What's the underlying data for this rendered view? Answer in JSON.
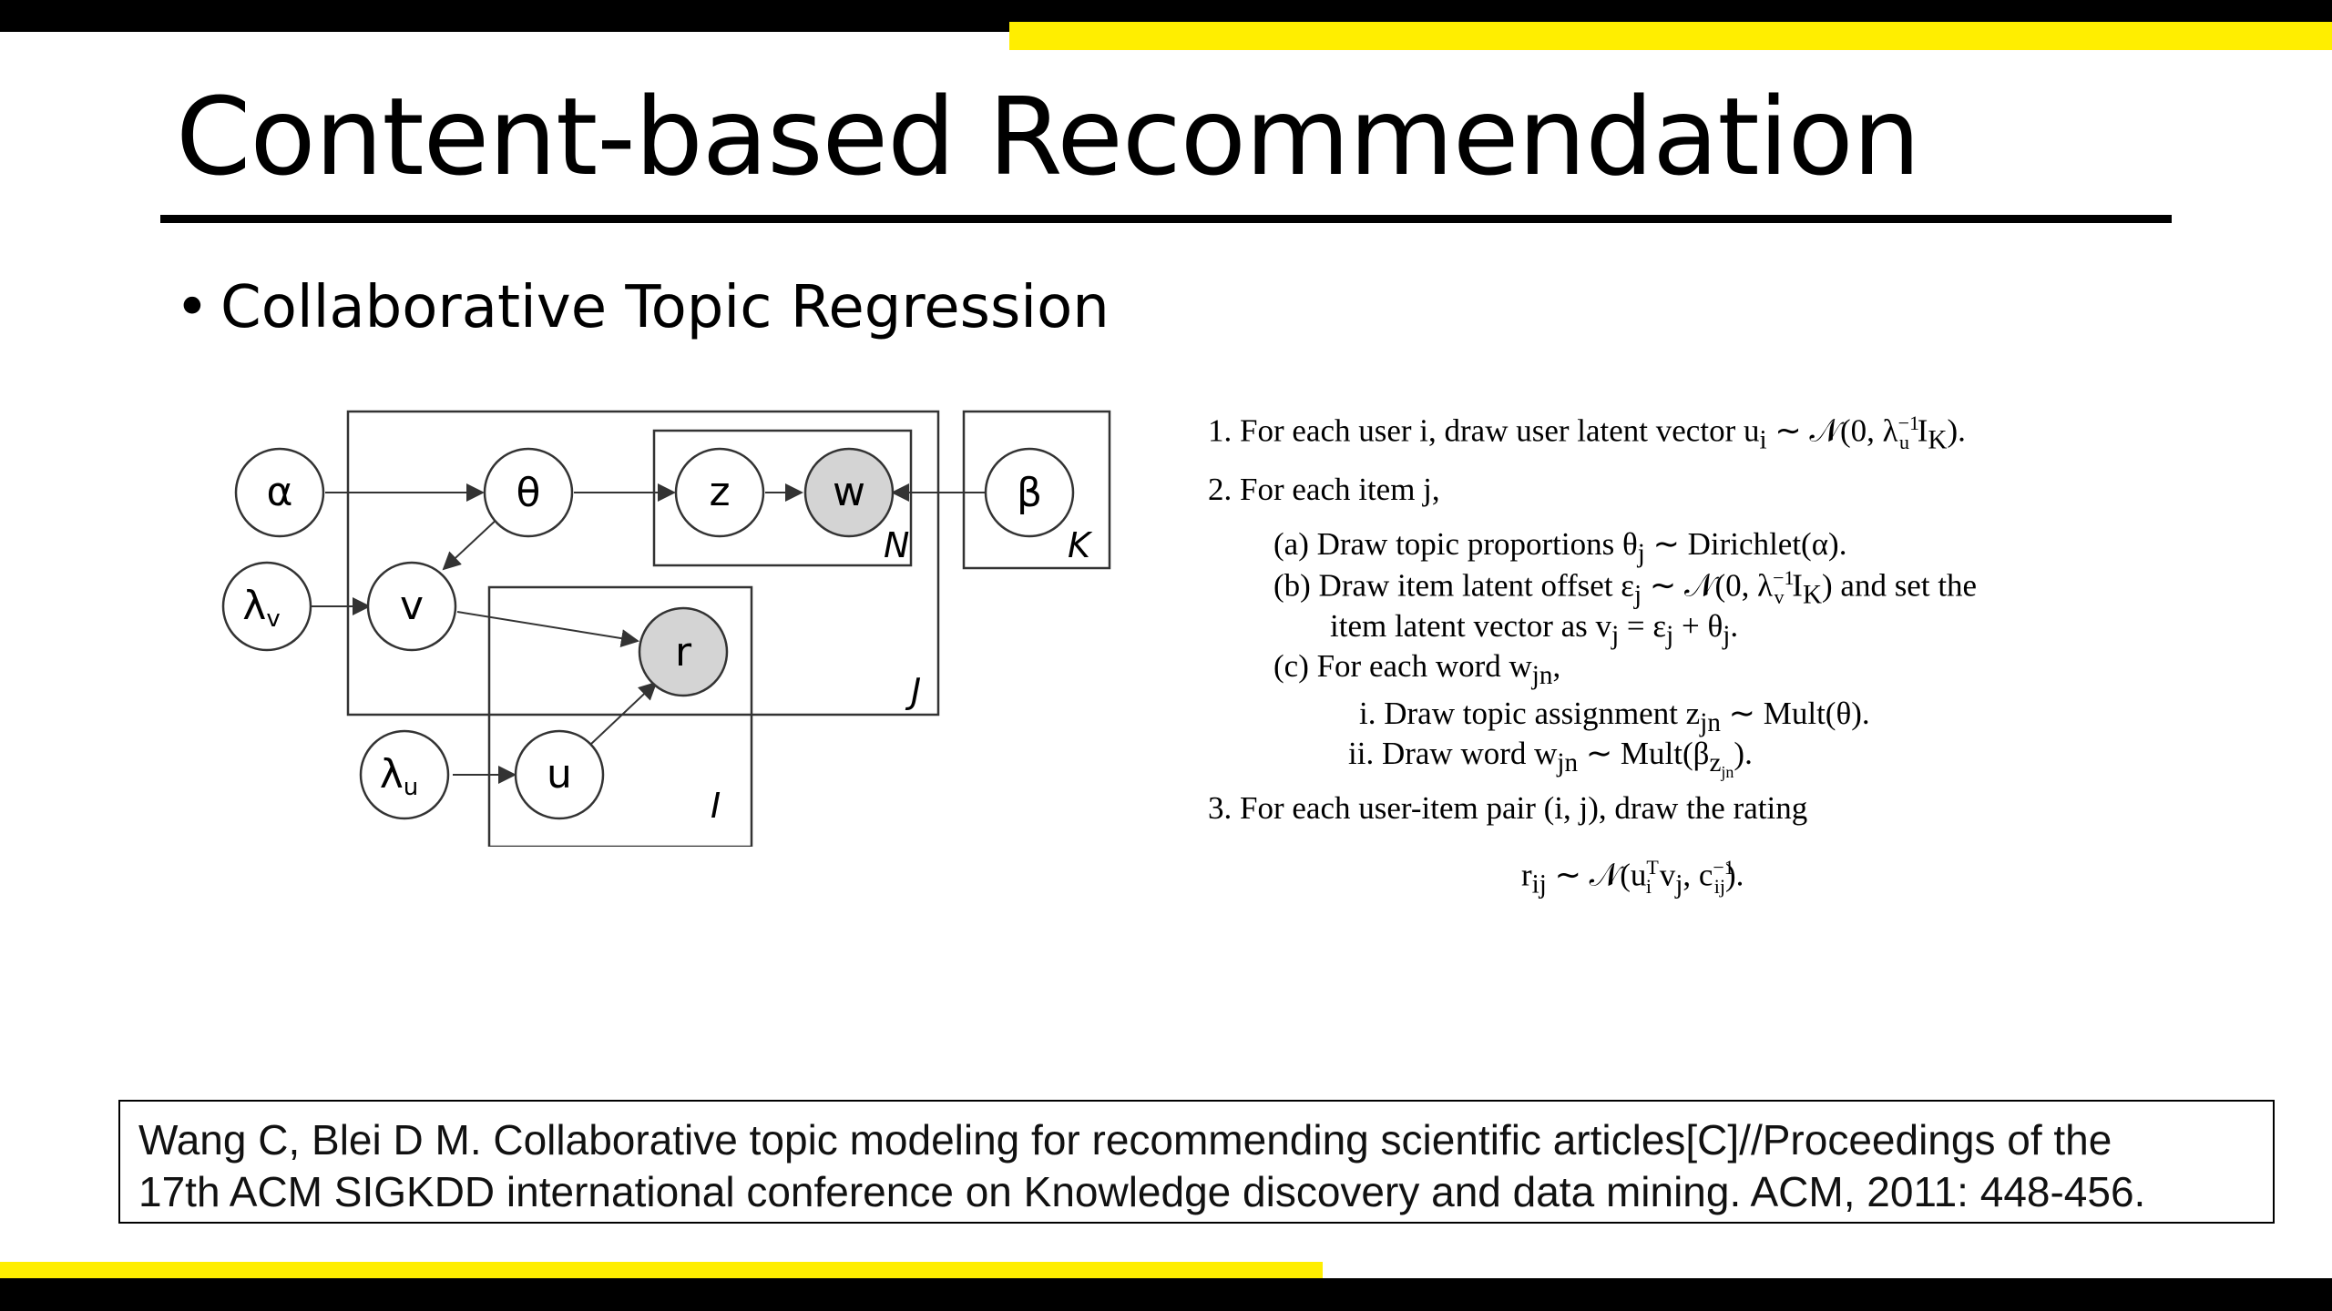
{
  "slide": {
    "title": "Content-based Recommendation",
    "bullet": "Collaborative Topic Regression"
  },
  "diagram": {
    "nodes": {
      "alpha": "α",
      "theta": "θ",
      "z": "z",
      "w": "w",
      "beta": "β",
      "lambda_v": "λ",
      "lambda_v_sub": "v",
      "v": "v",
      "r": "r",
      "lambda_u": "λ",
      "lambda_u_sub": "u",
      "u": "u"
    },
    "plates": {
      "N": "N",
      "K": "K",
      "J": "J",
      "I": "I"
    }
  },
  "generative_process": {
    "step1": "1.  For each user i, draw user latent vector u",
    "step1_tail": " ∼ 𝒩(0, λ",
    "step1_end": "I",
    "step2": "2.  For each item j,",
    "step2a": "(a)  Draw topic proportions θ",
    "step2a_tail": " ∼ Dirichlet(α).",
    "step2b": "(b)  Draw item latent offset ε",
    "step2b_tail": " ∼ 𝒩(0, λ",
    "step2b_end": ") and set the",
    "step2b_cont": "item latent vector as v",
    "step2b_cont_tail": " = ε",
    "step2b_cont_end": " + θ",
    "step2c": "(c)  For each word w",
    "step2ci": "i.  Draw topic assignment z",
    "step2ci_tail": " ∼ Mult(θ).",
    "step2cii": "ii.  Draw word w",
    "step2cii_tail": " ∼ Mult(β",
    "step3": "3.  For each user-item pair (i, j), draw the rating",
    "rating_lhs": "r",
    "rating_rhs": " ∼ 𝒩(u",
    "rating_mid": "v",
    "rating_c": ", c",
    "rating_end": ")."
  },
  "citation": {
    "line1": "Wang C, Blei D M. Collaborative topic modeling for recommending scientific articles[C]//Proceedings of the",
    "line2": "17th ACM SIGKDD international conference on Knowledge discovery and data mining. ACM, 2011: 448-456."
  },
  "colors": {
    "accent_yellow": "#ffee00",
    "frame_black": "#000000",
    "observed_node_fill": "#d4d4d4"
  }
}
